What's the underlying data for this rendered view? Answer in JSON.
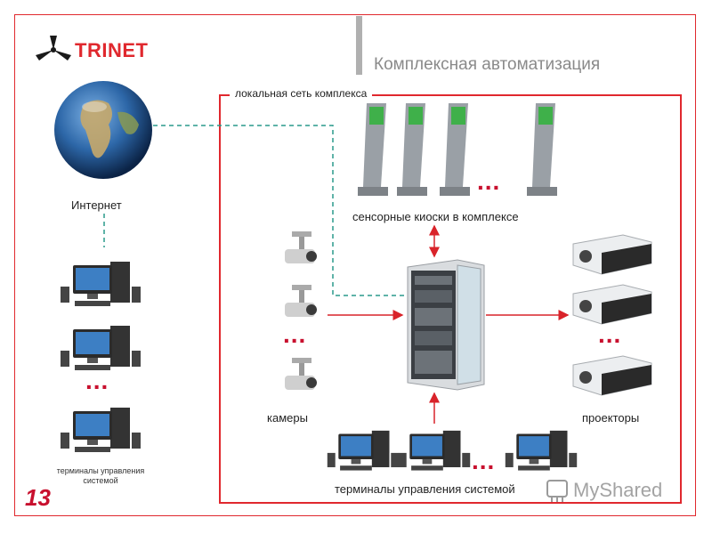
{
  "brand": {
    "logo_text": "TRINET",
    "slide_title": "Комплексная автоматизация",
    "page_number": "13"
  },
  "labels": {
    "network": "локальная сеть комплекса",
    "internet": "Интернет",
    "kiosks": "сенсорные киоски в комплексе",
    "cameras": "камеры",
    "projectors": "проекторы",
    "terminals_left_line1": "терминалы управления",
    "terminals_left_line2": "системой",
    "terminals_bottom": "терминалы управления системой",
    "ellipsis": "..."
  },
  "watermark": {
    "text": "MyShared"
  },
  "colors": {
    "frame_red": "#e0282e",
    "ellipsis_red": "#c8102e",
    "dashed_teal": "#2a9a8c",
    "arrow_red": "#d9232a",
    "title_gray": "#8a8a8a",
    "divider_gray": "#b0b0b0"
  }
}
